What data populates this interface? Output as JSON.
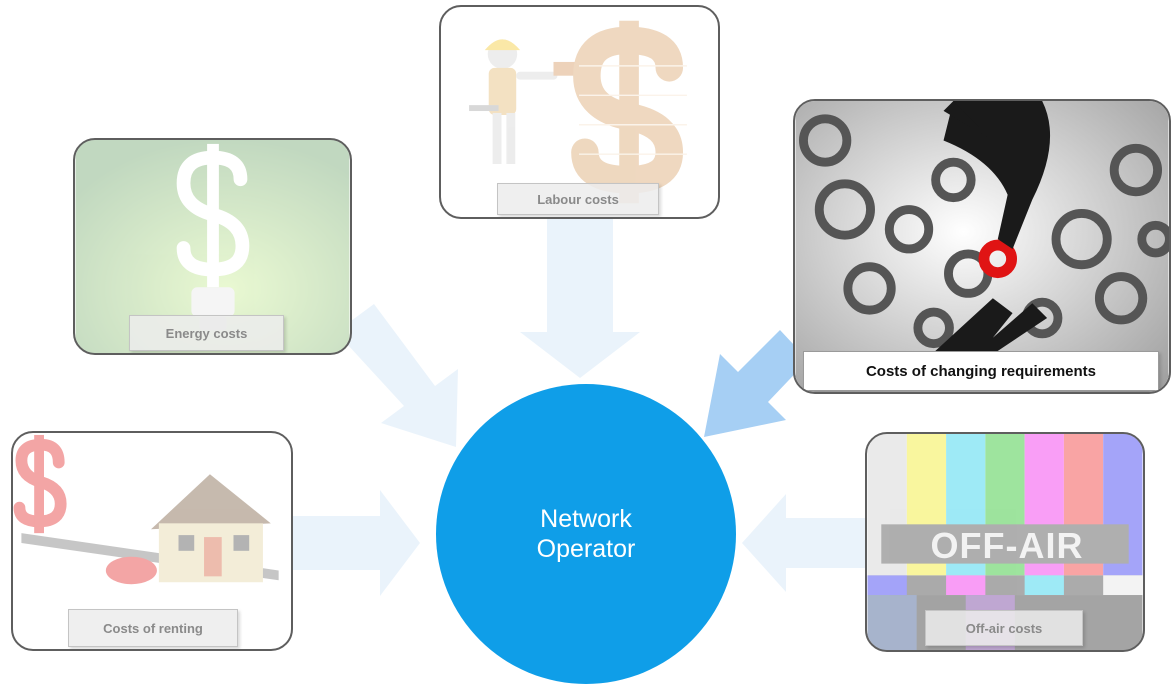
{
  "center": {
    "line1": "Network",
    "line2": "Operator",
    "color": "#0f9ee8"
  },
  "nodes": [
    {
      "id": "labour",
      "label": "Labour costs",
      "highlighted": false
    },
    {
      "id": "energy",
      "label": "Energy costs",
      "highlighted": false
    },
    {
      "id": "changing",
      "label": "Costs of changing requirements",
      "highlighted": true
    },
    {
      "id": "renting",
      "label": "Costs of renting",
      "highlighted": false
    },
    {
      "id": "offair",
      "label": "Off-air costs",
      "highlighted": false,
      "screen_text": "OFF-AIR"
    }
  ],
  "colors": {
    "arrow_faded": "#eaf3fb",
    "arrow_active": "#a6cff4",
    "border": "#5e5e5e"
  }
}
